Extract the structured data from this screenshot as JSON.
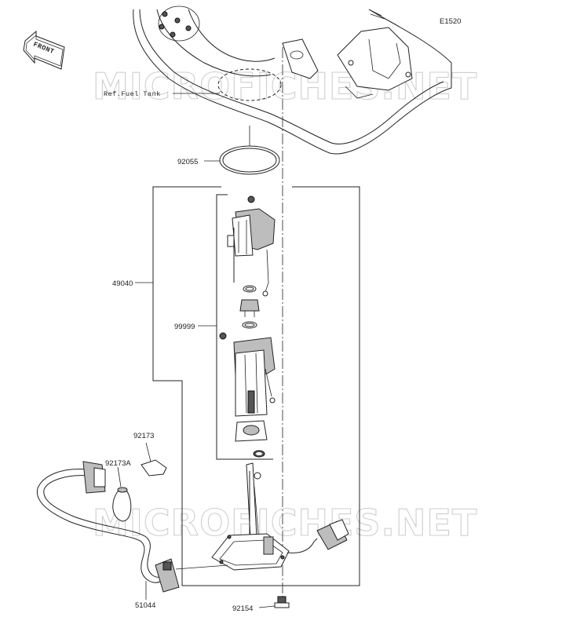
{
  "diagram": {
    "ref_code": "E1520",
    "front_label": "FRONT",
    "ref_fuel_tank": "Ref.Fuel Tank",
    "watermark": "MICROFICHES.NET",
    "parts": {
      "p92055": "92055",
      "p49040": "49040",
      "p99999": "99999",
      "p92173": "92173",
      "p92173A": "92173A",
      "p51044": "51044",
      "p92154": "92154"
    }
  }
}
